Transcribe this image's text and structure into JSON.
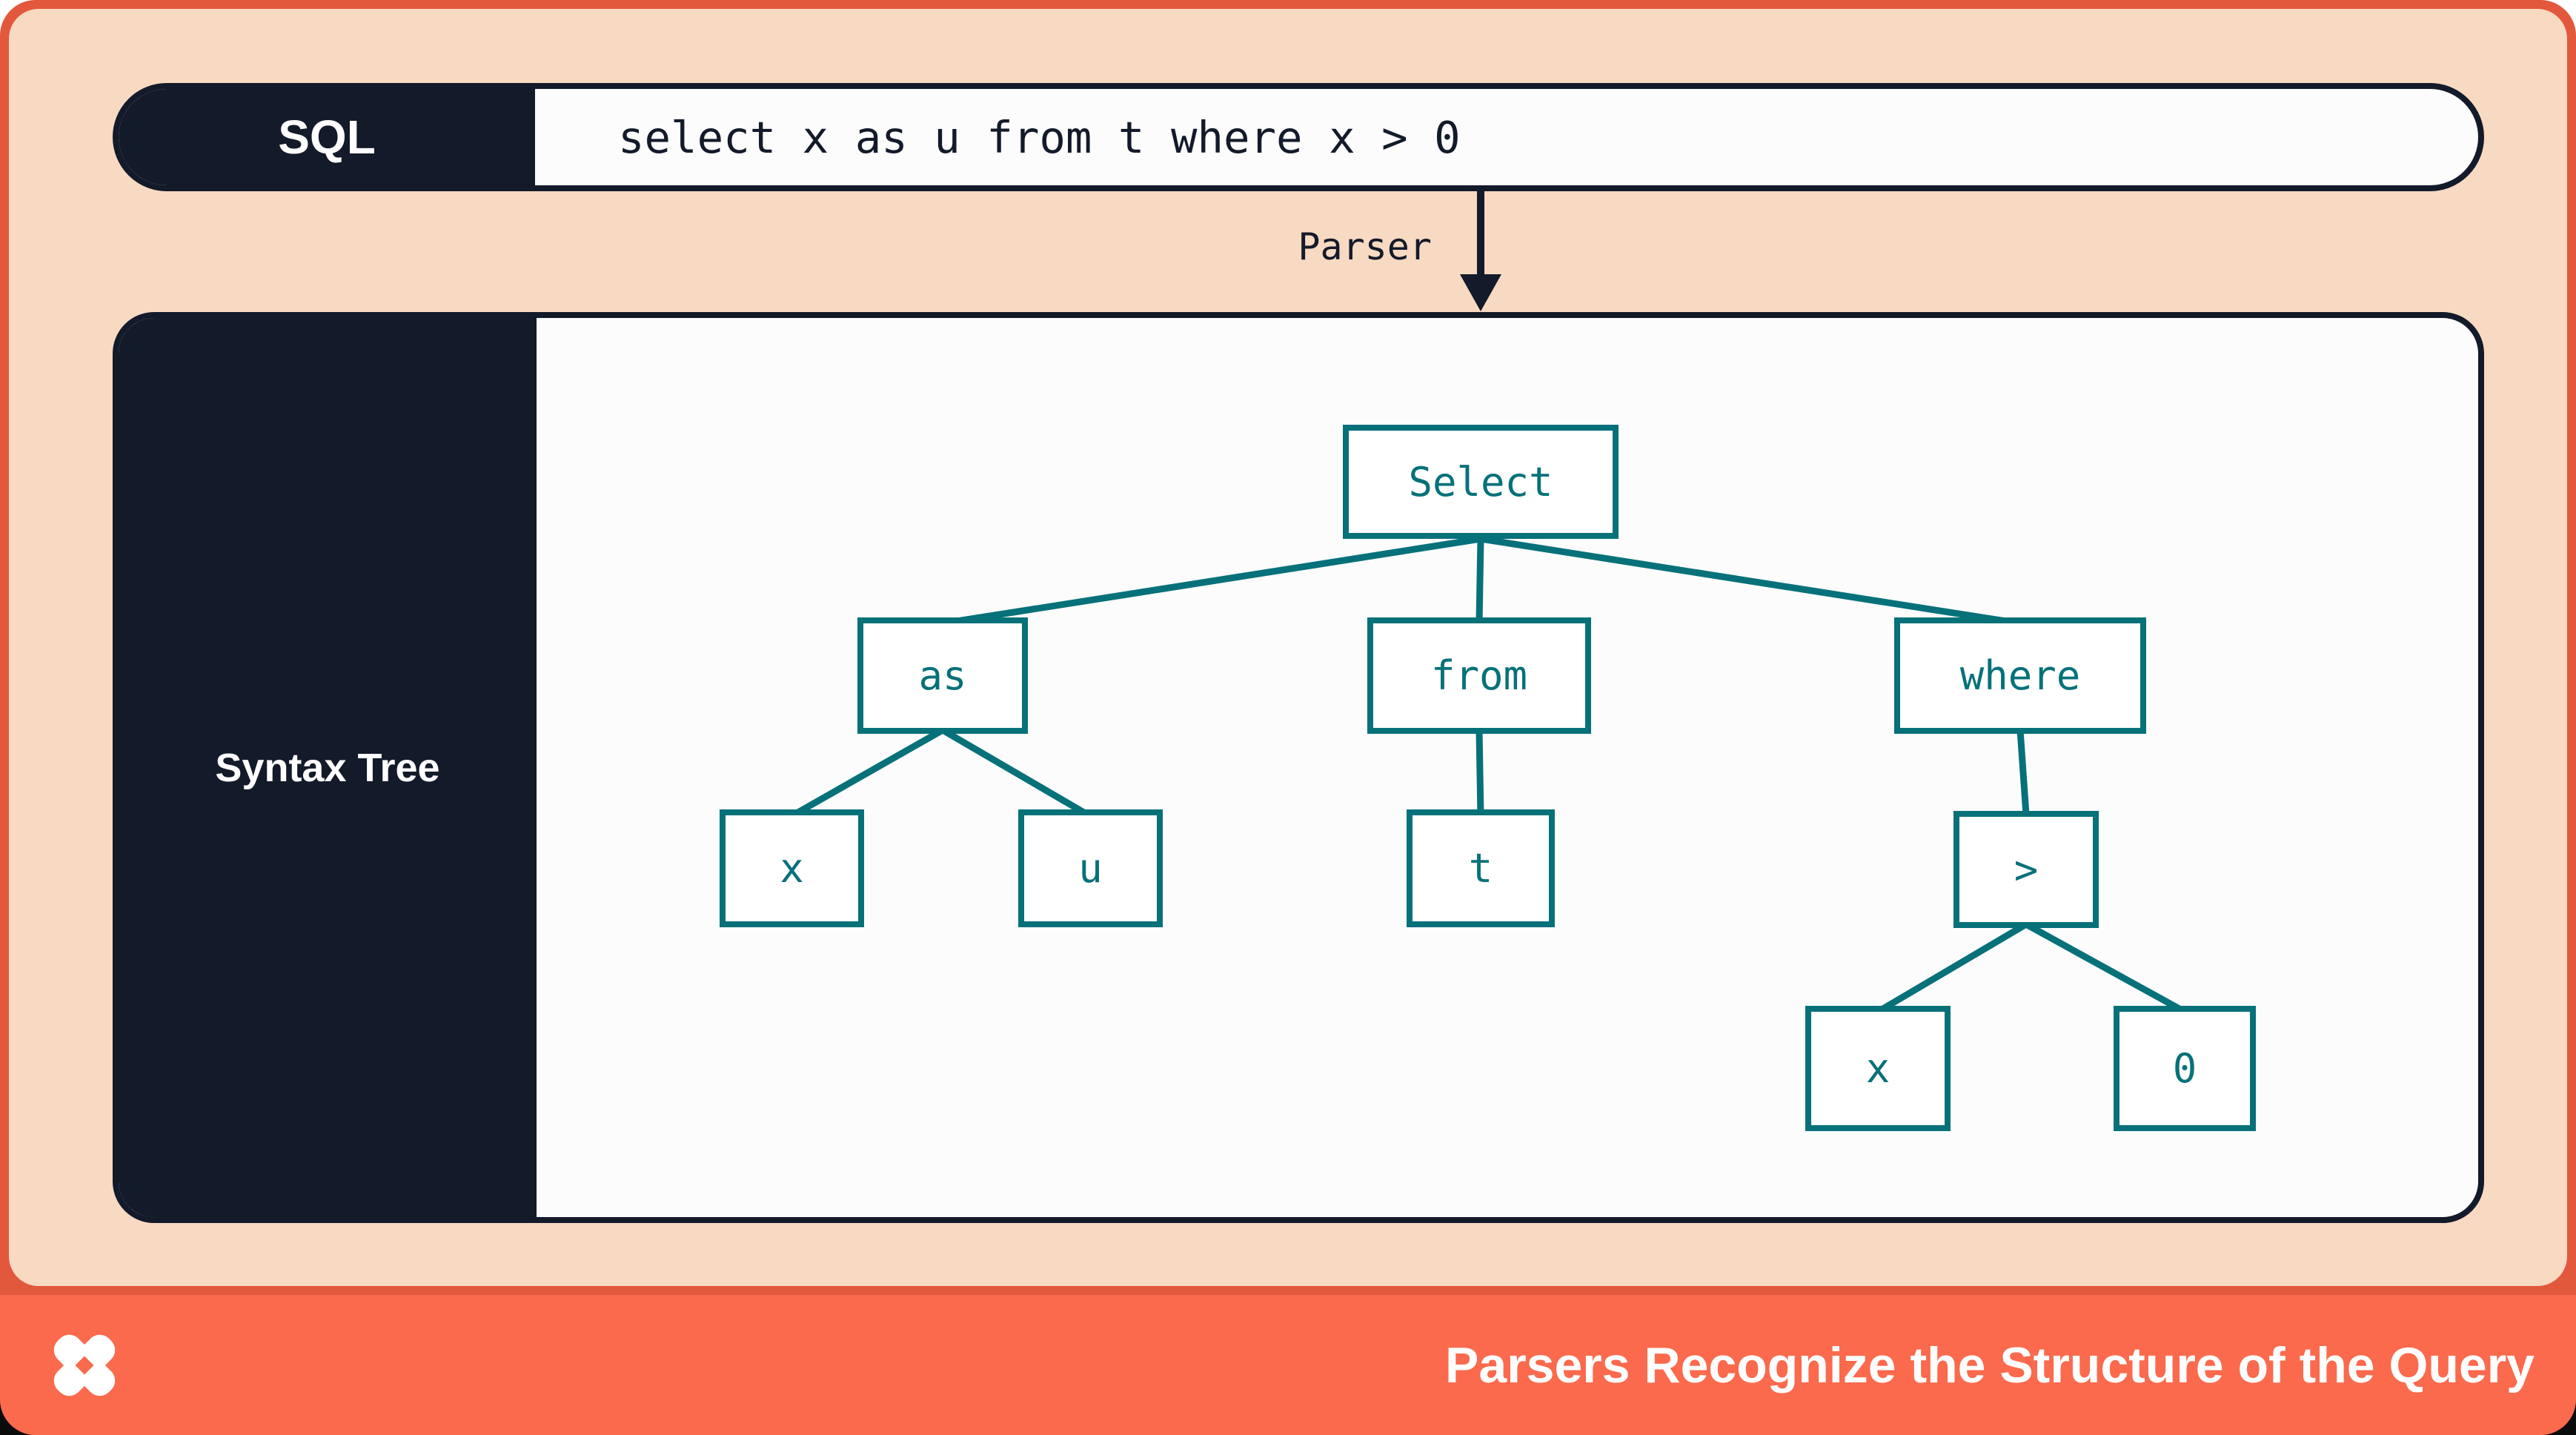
{
  "slide": {
    "sql_bar": {
      "label": "SQL",
      "query": "select x as u from t where x > 0"
    },
    "parser_label": "Parser",
    "tree": {
      "panel_label": "Syntax Tree",
      "nodes": {
        "select": "Select",
        "as": "as",
        "from": "from",
        "where": "where",
        "x1": "x",
        "u": "u",
        "t": "t",
        "gt": ">",
        "x2": "x",
        "zero": "0"
      },
      "edges": [
        [
          "select",
          "as"
        ],
        [
          "select",
          "from"
        ],
        [
          "select",
          "where"
        ],
        [
          "as",
          "x1"
        ],
        [
          "as",
          "u"
        ],
        [
          "from",
          "t"
        ],
        [
          "where",
          "gt"
        ],
        [
          "gt",
          "x2"
        ],
        [
          "gt",
          "zero"
        ]
      ]
    },
    "footer": {
      "title": "Parsers Recognize the Structure of the Query",
      "logo": "dolt-x-logo"
    },
    "colors": {
      "frame_orange": "#e2583c",
      "footer_orange": "#fb6a4d",
      "peach_background": "#f8d9c2",
      "dark_navy": "#131a2a",
      "teal": "#07717a",
      "panel_white": "#fcfcfc"
    }
  }
}
